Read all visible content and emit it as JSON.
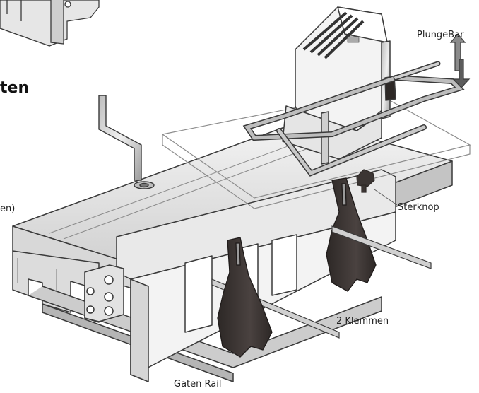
{
  "heading": "ten",
  "labels": {
    "plunge_bar": "PlungeBar",
    "sterknop": "Sterknop",
    "klemmen": "2 Klemmen",
    "gaten_rail": "Gaten Rail",
    "left_fragment": "en)"
  },
  "colors": {
    "line": "#3a3a3a",
    "metal_light": "#eeeeee",
    "metal_mid": "#cfcfcf",
    "metal_dark": "#9a9a9a",
    "clamp": "#3b3533",
    "router_body": "#f2f2f2"
  }
}
